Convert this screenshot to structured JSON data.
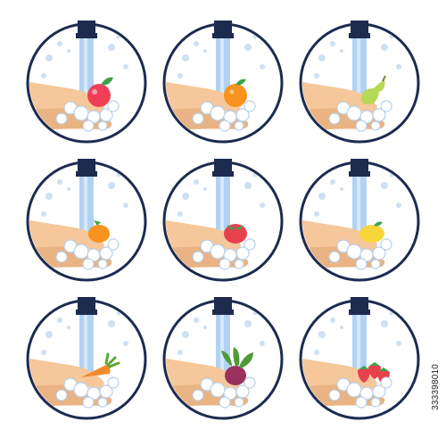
{
  "stock_id": "333398010",
  "colors": {
    "ring": "#1d2b4f",
    "faucet": "#1d2b4f",
    "water": "#a9cdf2",
    "water_light": "#d9ebfb",
    "skin": "#f6c79a",
    "skin_shade": "#e9b383",
    "foam": "#ffffff",
    "foam_edge": "#b9cfe6",
    "bubble": "#cfe0f3"
  },
  "icons": [
    {
      "name": "apple",
      "color": "#ef3f56",
      "accent": "#3fa34d"
    },
    {
      "name": "orange",
      "color": "#f7931e",
      "accent": "#3fa34d"
    },
    {
      "name": "pear",
      "color": "#b6d957",
      "accent": "#6e8f2b"
    },
    {
      "name": "tangerine",
      "color": "#f7931e",
      "accent": "#3fa34d"
    },
    {
      "name": "tomato",
      "color": "#e8414e",
      "accent": "#3fa34d"
    },
    {
      "name": "lemon",
      "color": "#f6d63b",
      "accent": "#3fa34d"
    },
    {
      "name": "carrot",
      "color": "#f28a2d",
      "accent": "#5aa83a"
    },
    {
      "name": "beetroot",
      "color": "#9b2f5e",
      "accent": "#4f9a3a"
    },
    {
      "name": "strawberries",
      "color": "#e8414e",
      "accent": "#3fa34d"
    }
  ]
}
